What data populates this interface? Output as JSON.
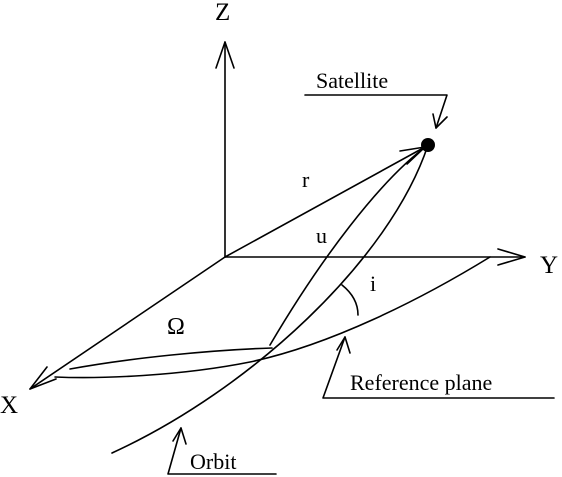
{
  "labels": {
    "axis_z": "Z",
    "axis_y": "Y",
    "axis_x": "X",
    "satellite": "Satellite",
    "radius": "r",
    "argument_of_latitude": "u",
    "inclination": "i",
    "raan": "Ω",
    "reference_plane": "Reference plane",
    "orbit": "Orbit"
  }
}
